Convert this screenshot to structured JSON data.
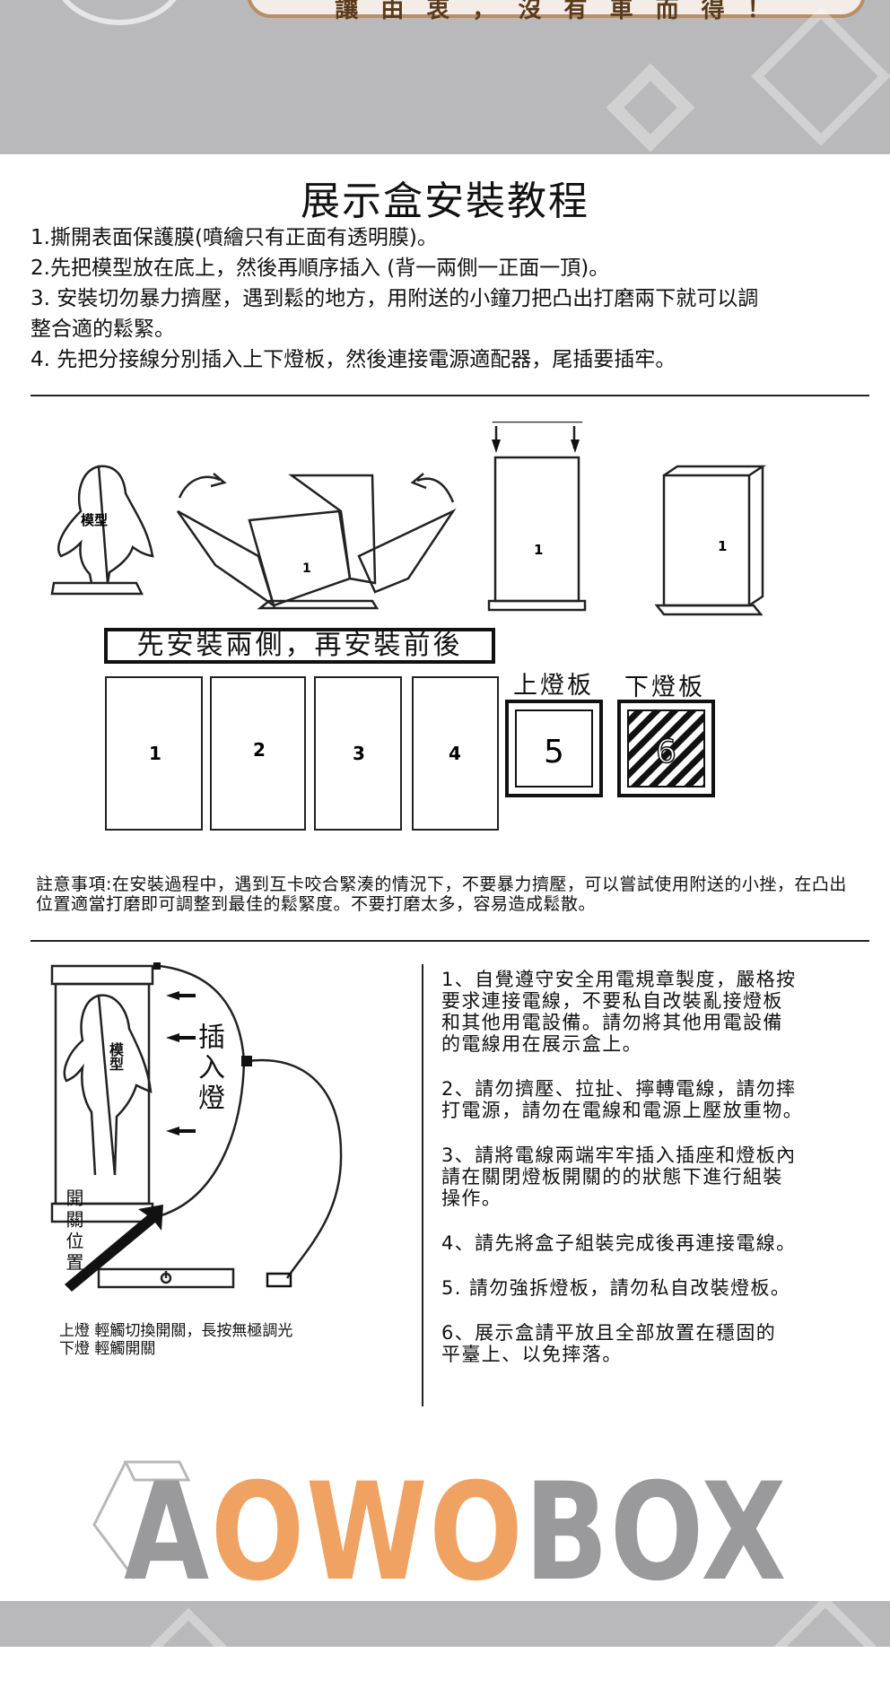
{
  "banner": {
    "text": "讓 由 衷 ， 沒 有 車 而 得 ！"
  },
  "title": "展示盒安裝教程",
  "steps": [
    "1.撕開表面保護膜(噴繪只有正面有透明膜)。",
    "2.先把模型放在底上，然後再順序插入 (背一兩側一正面一頂)。",
    "3. 安裝切勿暴力擠壓，遇到鬆的地方，用附送的小鐘刀把凸出打磨兩下就可以調",
    "整合適的鬆緊。",
    "4. 先把分接線分別插入上下燈板，然後連接電源適配器，尾插要插牢。"
  ],
  "diagram": {
    "model_label": "模型",
    "box_number": "1",
    "section_label": "先安裝兩側，再安裝前後",
    "panels": [
      "1",
      "2",
      "3",
      "4"
    ],
    "upper_light_label": "上燈板",
    "lower_light_label": "下燈板",
    "upper_light_number": "5",
    "lower_light_number": "6"
  },
  "note": "註意事項:在安裝過程中，遇到互卡咬合緊湊的情況下，不要暴力擠壓，可以嘗試使用附送的小挫，在凸出位置適當打磨即可調整到最佳的鬆緊度。不要打磨太多，容易造成鬆散。",
  "wiring": {
    "insert_light": "插入燈",
    "model_label": "模型",
    "switch_position": "開關位置",
    "switch_note_1": "上燈 輕觸切換開關，長按無極調光",
    "switch_note_2": "下燈 輕觸開關"
  },
  "safety_rules": [
    "1、自覺遵守安全用電規章製度，嚴格按\n   要求連接電線，不要私自改裝亂接燈板\n   和其他用電設備。請勿將其他用電設備\n   的電線用在展示盒上。",
    "2、請勿擠壓、拉扯、擰轉電線，請勿摔\n   打電源，請勿在電線和電源上壓放重物。",
    "3、請將電線兩端牢牢插入插座和燈板內\n   請在關閉燈板開關的的狀態下進行組裝\n   操作。",
    "4、請先將盒子組裝完成後再連接電線。",
    "5. 請勿強拆燈板，請勿私自改裝燈板。",
    "6、展示盒請平放且全部放置在穩固的\n平臺上、以免摔落。"
  ],
  "logo": {
    "text": "AOWOBOX",
    "grey": "#9a9a9c",
    "orange": "#f0a263"
  }
}
